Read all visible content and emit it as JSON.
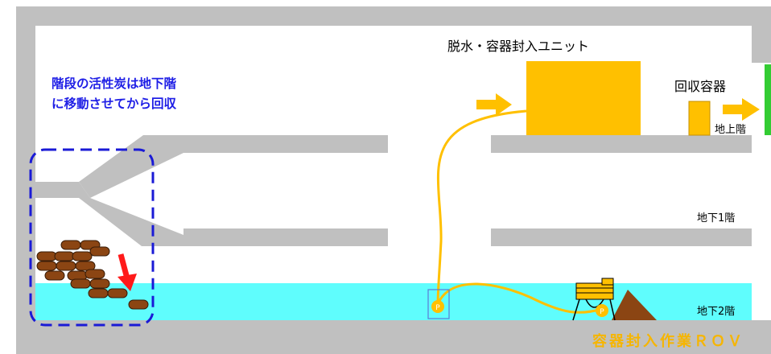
{
  "labels": {
    "unit": "脱水・容器封入ユニット",
    "container": "回収容器",
    "floor_ground": "地上階",
    "floor_b1": "地下1階",
    "floor_b2": "地下2階",
    "note_line1": "階段の活性炭は地下階",
    "note_line2": "に移動させてから回収",
    "rov": "容器封入作業ＲＯＶ",
    "pump_letter": "P"
  },
  "colors": {
    "wall": "#c0c0c0",
    "water": "#5ffdfd",
    "unit": "#ffc000",
    "hose": "#ffc000",
    "arrow": "#ffc000",
    "charcoal": "#8b4513",
    "charcoal_outline": "#3a1d08",
    "down_arrow": "#ff1a1a",
    "dash_box": "#1a1ad6",
    "door": "#33cc33",
    "carbon_pile": "#8b4513"
  },
  "icons": [
    "pump-icon",
    "arrow-right-icon",
    "arrow-down-icon",
    "rov-icon"
  ]
}
